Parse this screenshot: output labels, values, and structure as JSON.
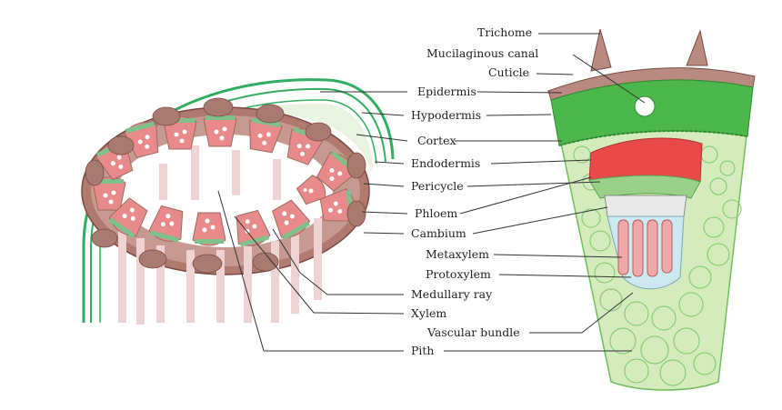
{
  "colors": {
    "epidermis_green": "#2fae5f",
    "light_green": "#c8e6a8",
    "cortex_green": "#4cb84c",
    "brown": "#9d6b5e",
    "phloem_pink": "#e88a8a",
    "xylem_pink": "#f0a8a8",
    "pith_pink": "#f2d8d8",
    "cambium_green": "#7cc28a",
    "red_patch": "#e84a4a"
  },
  "labels": {
    "trichome": "Trichome",
    "mucilaginous_canal": "Mucilaginous canal",
    "cuticle": "Cuticle",
    "epidermis": "Epidermis",
    "hypodermis": "Hypodermis",
    "cortex": "Cortex",
    "endodermis": "Endodermis",
    "pericycle": "Pericycle",
    "phloem": "Phloem",
    "cambium": "Cambium",
    "metaxylem": "Metaxylem",
    "protoxylem": "Protoxylem",
    "medullary_ray": "Medullary ray",
    "xylem": "Xylem",
    "vascular_bundle": "Vascular bundle",
    "pith": "Pith"
  }
}
